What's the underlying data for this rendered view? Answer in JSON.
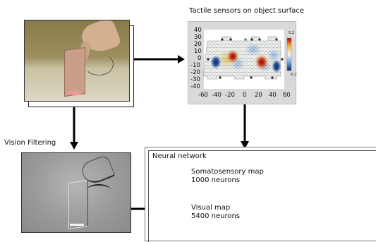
{
  "tactile": {
    "title": "Tactile sensors on object surface",
    "y_ticks": [
      "40",
      "30",
      "20",
      "10",
      "0",
      "-10",
      "-20",
      "-30",
      "-40"
    ],
    "x_ticks": [
      "-60",
      "-40",
      "-20",
      "0",
      "20",
      "40",
      "60"
    ],
    "colorbar_max": "0.2",
    "colorbar_min": "-0.2"
  },
  "vision": {
    "label": "Vision Filtering"
  },
  "neural": {
    "title": "Neural network",
    "somato_label": "Somatosensory map",
    "somato_count": "1000 neurons",
    "visual_label": "Visual map",
    "visual_count": "5400 neurons"
  },
  "colors": {
    "arrow": "#000000",
    "hot": "#d73027",
    "cold": "#2c5ca8"
  }
}
